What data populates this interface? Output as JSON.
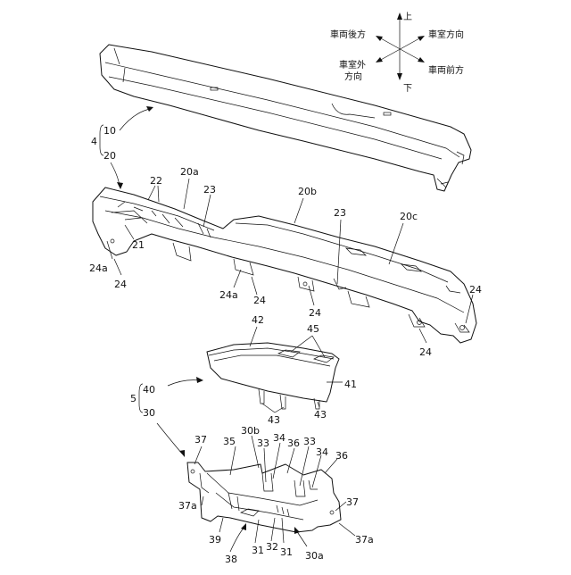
{
  "compass": {
    "up": "上",
    "down": "下",
    "vehicle_rear": "車両後方",
    "cabin_inward": "車室方向",
    "cabin_outward_line1": "車室外",
    "cabin_outward_line2": "方向",
    "vehicle_front": "車両前方"
  },
  "labels": {
    "l4": "4",
    "l10": "10",
    "l20": "20",
    "l20a": "20a",
    "l20b": "20b",
    "l20c": "20c",
    "l21": "21",
    "l22": "22",
    "l23a": "23",
    "l23b": "23",
    "l24a_1": "24a",
    "l24_1": "24",
    "l24a_2": "24a",
    "l24_2": "24",
    "l24_3": "24",
    "l24_4": "24",
    "l24_5": "24",
    "l5": "5",
    "l40": "40",
    "l30": "30",
    "l41": "41",
    "l42": "42",
    "l43a": "43",
    "l43b": "43",
    "l45": "45",
    "l30b": "30b",
    "l33a": "33",
    "l34a": "34",
    "l36a": "36",
    "l33b": "33",
    "l34b": "34",
    "l35": "35",
    "l36b": "36",
    "l37a": "37",
    "l37a_sub": "37a",
    "l37b": "37",
    "l37b_sub": "37a",
    "l39": "39",
    "l38": "38",
    "l31a": "31",
    "l32": "32",
    "l31b": "31",
    "l30a": "30a"
  }
}
